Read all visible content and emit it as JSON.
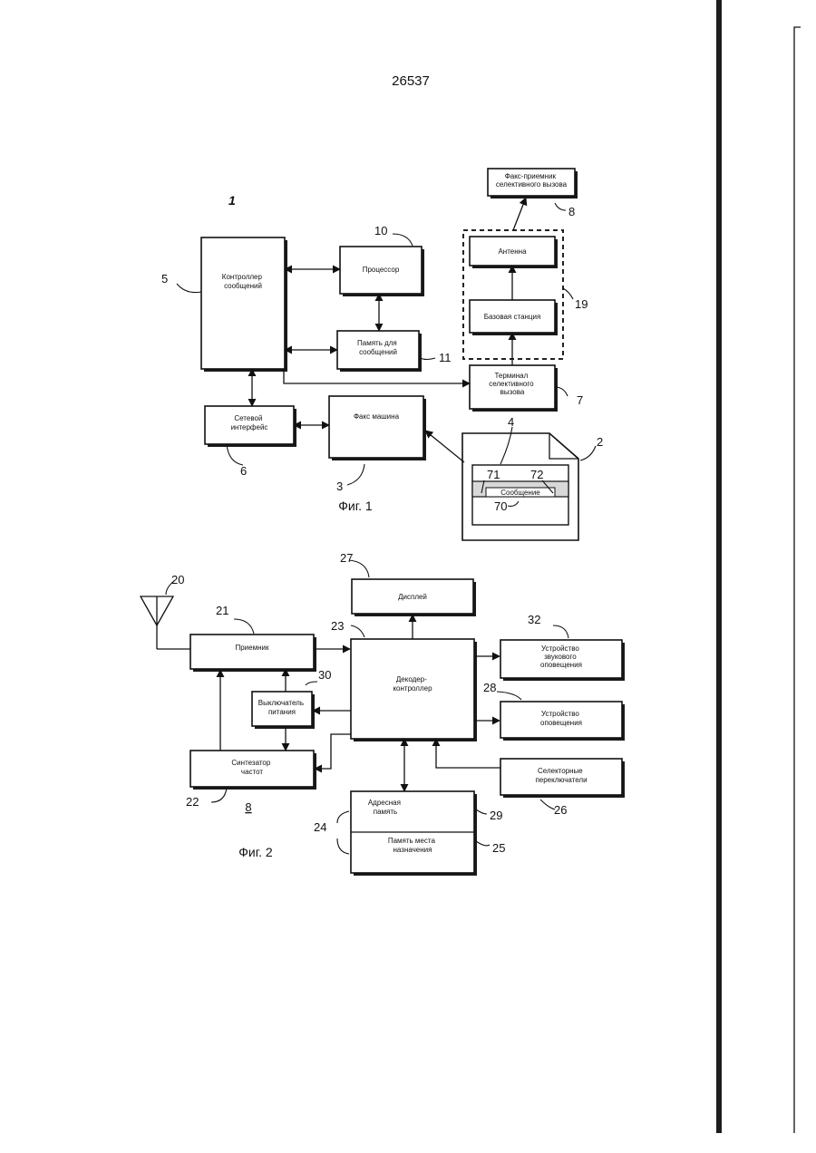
{
  "page_number": "26537",
  "fig1": {
    "caption": "Фиг. 1",
    "system_ref": "1",
    "blocks": {
      "message_controller": "Контроллер сообщений",
      "processor": "Процессор",
      "message_memory": "Память для сообщений",
      "network_interface": "Сетевой интерфейс",
      "fax_machine": "Факс машина",
      "selective_call_terminal": "Терминал селективного вызова",
      "base_station": "Базовая станция",
      "antenna": "Антенна",
      "fax_receiver": "Факс-приемник селективного вызова",
      "document_message": "Сообщение"
    },
    "refs": {
      "message_controller": "5",
      "processor": "10",
      "message_memory": "11",
      "network_interface": "6",
      "fax_machine": "3",
      "selective_call_terminal": "7",
      "transmitter_group": "19",
      "fax_receiver": "8",
      "document": "2",
      "document_header": "4",
      "field_left": "71",
      "field_right": "72",
      "message_field": "70"
    }
  },
  "fig2": {
    "caption": "Фиг. 2",
    "system_ref": "8",
    "blocks": {
      "display": "Дисплей",
      "receiver": "Приемник",
      "decoder_controller": "Декодер-контроллер",
      "power_switch": "Выключатель питания",
      "frequency_synthesizer": "Синтезатор частот",
      "sound_alert_device": "Устройство звукового оповещения",
      "alert_device": "Устройство оповещения",
      "selector_switches": "Селекторные переключатели",
      "address_memory": "Адресная память",
      "destination_memory": "Память места назначения"
    },
    "refs": {
      "antenna": "20",
      "receiver": "21",
      "frequency_synthesizer": "22",
      "decoder_controller": "23",
      "memory_group": "24",
      "destination_memory": "25",
      "selector_switches": "26",
      "display": "27",
      "alert_device": "28",
      "address_memory": "29",
      "power_switch": "30",
      "sound_alert_device": "32"
    }
  }
}
